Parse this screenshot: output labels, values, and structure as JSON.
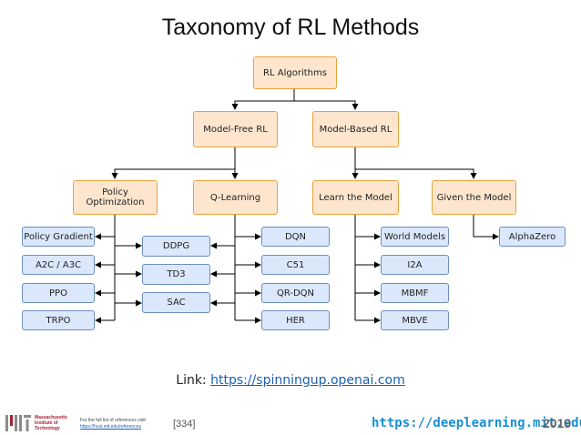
{
  "title": "Taxonomy of RL Methods",
  "nodes": {
    "rl_algorithms": "RL Algorithms",
    "model_free": "Model-Free RL",
    "model_based": "Model-Based RL",
    "policy_optimization": "Policy Optimization",
    "q_learning": "Q-Learning",
    "learn_model": "Learn the Model",
    "given_model": "Given the Model",
    "policy_gradient": "Policy Gradient",
    "a2c_a3c": "A2C / A3C",
    "ppo": "PPO",
    "trpo": "TRPO",
    "ddpg": "DDPG",
    "td3": "TD3",
    "sac": "SAC",
    "dqn": "DQN",
    "c51": "C51",
    "qr_dqn": "QR-DQN",
    "her": "HER",
    "world_models": "World Models",
    "i2a": "I2A",
    "mbmf": "MBMF",
    "mbve": "MBVE",
    "alphazero": "AlphaZero"
  },
  "colors": {
    "category_fill": "#fde6cd",
    "category_border": "#e5a23d",
    "algorithm_fill": "#dbe8fc",
    "algorithm_border": "#6c8ebf"
  },
  "link": {
    "label": "Link:",
    "url": "https://spinningup.openai.com"
  },
  "footer": {
    "institution": "Massachusetts Institute of Technology",
    "refs_text": "For the full list of references visit:",
    "refs_url": "https://hcai.mit.edu/references",
    "ref_number": "[334]",
    "site": "https://deeplearning.mit.edu",
    "year": "2019"
  }
}
